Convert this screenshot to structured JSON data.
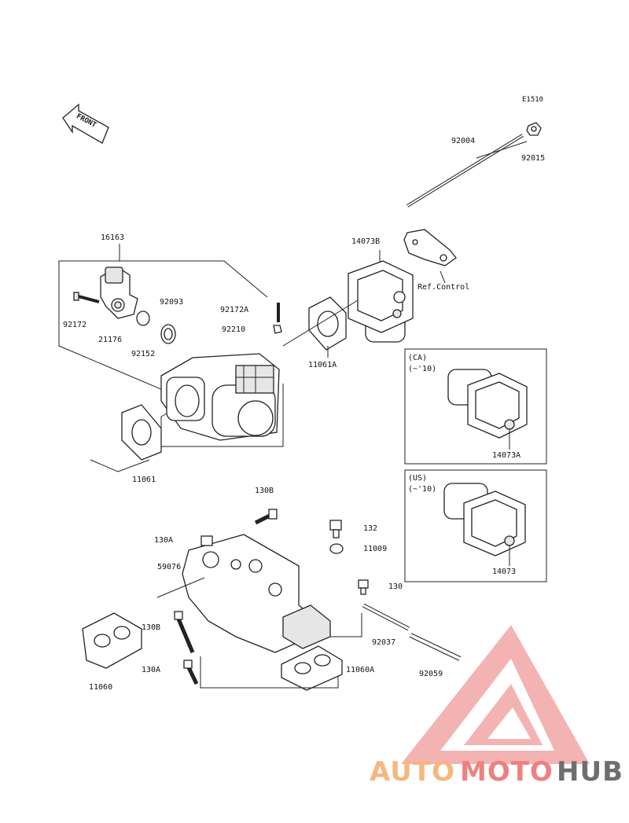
{
  "diagram_code": "E1510",
  "front_label": "FRONT",
  "ref_label": "Ref.Control",
  "labels": {
    "p92004": "92004",
    "p92015": "92015",
    "p16163": "16163",
    "p14073B": "14073B",
    "p92172": "92172",
    "p21176": "21176",
    "p92152": "92152",
    "p92093": "92093",
    "p92172A": "92172A",
    "p92210": "92210",
    "p11061A": "11061A",
    "p11061": "11061",
    "p14073A": "14073A",
    "p14073": "14073",
    "p130B_top": "130B",
    "p132": "132",
    "p11009": "11009",
    "p130A_top": "130A",
    "p59076": "59076",
    "p130": "130",
    "p130B_left": "130B",
    "p92037": "92037",
    "p130A_bottom": "130A",
    "p11060A": "11060A",
    "p11060": "11060",
    "p92059": "92059"
  },
  "variant_ca": {
    "line1": "(CA)",
    "line2": "(~'10)"
  },
  "variant_us": {
    "line1": "(US)",
    "line2": "(~'10)"
  },
  "watermark": {
    "part1": "AUTO",
    "part2": "MOTO",
    "part3": "HUB",
    "color_light": "#f6b77e",
    "color_red": "#f08080",
    "color_grey": "#6e6e6e"
  }
}
